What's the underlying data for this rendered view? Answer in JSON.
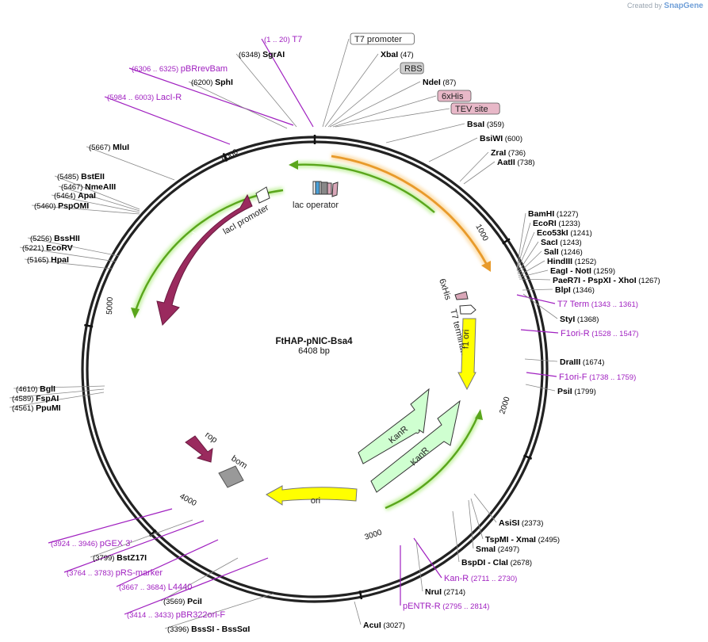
{
  "credit": {
    "prefix": "Created by",
    "brand": "SnapGene"
  },
  "plasmid": {
    "name": "FtHAP-pNIC-Bsa4",
    "size": "6408 bp"
  },
  "colors": {
    "site": "#000000",
    "primer": "#a020c0",
    "green": "#6ab820",
    "orange": "#f0a030",
    "yellow": "#ffff00",
    "maroon": "#9a2a5e",
    "kan": "#cfffd0",
    "grey": "#999999"
  },
  "ticks": [
    {
      "label": "1000"
    },
    {
      "label": "2000"
    },
    {
      "label": "3000"
    },
    {
      "label": "4000"
    },
    {
      "label": "5000"
    },
    {
      "label": "6000"
    }
  ],
  "features": [
    {
      "label": "lacI"
    },
    {
      "label": "lacI promoter"
    },
    {
      "label": "lac operator"
    },
    {
      "label": "6xHis"
    },
    {
      "label": "T7 terminator"
    },
    {
      "label": "f1 ori"
    },
    {
      "label": "KanR"
    },
    {
      "label": "KanR"
    },
    {
      "label": "ori"
    },
    {
      "label": "rop"
    },
    {
      "label": "bom"
    }
  ],
  "labels": [
    {
      "type": "primer",
      "name": "T7",
      "pos": "(1 .. 20)"
    },
    {
      "type": "box",
      "name": "T7 promoter",
      "pos": ""
    },
    {
      "type": "site",
      "name": "SgrAI",
      "pos": "(6348)"
    },
    {
      "type": "site",
      "name": "XbaI",
      "pos": "(47)"
    },
    {
      "type": "primer",
      "name": "pBRrevBam",
      "pos": "(6306 .. 6325)"
    },
    {
      "type": "box",
      "name": "RBS",
      "pos": ""
    },
    {
      "type": "site",
      "name": "SphI",
      "pos": "(6200)"
    },
    {
      "type": "site",
      "name": "NdeI",
      "pos": "(87)"
    },
    {
      "type": "primer",
      "name": "LacI-R",
      "pos": "(5984 .. 6003)"
    },
    {
      "type": "box",
      "name": "6xHis",
      "pos": ""
    },
    {
      "type": "box",
      "name": "TEV site",
      "pos": ""
    },
    {
      "type": "site",
      "name": "BsaI",
      "pos": "(359)"
    },
    {
      "type": "site",
      "name": "MluI",
      "pos": "(5667)"
    },
    {
      "type": "site",
      "name": "BsiWI",
      "pos": "(600)"
    },
    {
      "type": "site",
      "name": "ZraI",
      "pos": "(736)"
    },
    {
      "type": "site",
      "name": "AatII",
      "pos": "(738)"
    },
    {
      "type": "site",
      "name": "BstEII",
      "pos": "(5485)"
    },
    {
      "type": "site",
      "name": "NmeAIII",
      "pos": "(5467)"
    },
    {
      "type": "site",
      "name": "ApaI",
      "pos": "(5464)"
    },
    {
      "type": "site",
      "name": "PspOMI",
      "pos": "(5460)"
    },
    {
      "type": "site",
      "name": "BamHI",
      "pos": "(1227)"
    },
    {
      "type": "site",
      "name": "EcoRI",
      "pos": "(1233)"
    },
    {
      "type": "site",
      "name": "Eco53kI",
      "pos": "(1241)"
    },
    {
      "type": "site",
      "name": "SacI",
      "pos": "(1243)"
    },
    {
      "type": "site",
      "name": "SalI",
      "pos": "(1246)"
    },
    {
      "type": "site",
      "name": "HindIII",
      "pos": "(1252)"
    },
    {
      "type": "site",
      "name": "EagI - NotI",
      "pos": "(1259)"
    },
    {
      "type": "site",
      "name": "PaeR7I - PspXI - XhoI",
      "pos": "(1267)"
    },
    {
      "type": "site",
      "name": "BlpI",
      "pos": "(1346)"
    },
    {
      "type": "primer",
      "name": "T7 Term",
      "pos": "(1343 .. 1361)"
    },
    {
      "type": "site",
      "name": "StyI",
      "pos": "(1368)"
    },
    {
      "type": "primer",
      "name": "F1ori-R",
      "pos": "(1528 .. 1547)"
    },
    {
      "type": "site",
      "name": "BssHII",
      "pos": "(5256)"
    },
    {
      "type": "site",
      "name": "EcoRV",
      "pos": "(5221)"
    },
    {
      "type": "site",
      "name": "HpaI",
      "pos": "(5165)"
    },
    {
      "type": "site",
      "name": "DraIII",
      "pos": "(1674)"
    },
    {
      "type": "primer",
      "name": "F1ori-F",
      "pos": "(1738 .. 1759)"
    },
    {
      "type": "site",
      "name": "PsiI",
      "pos": "(1799)"
    },
    {
      "type": "site",
      "name": "BglI",
      "pos": "(4610)"
    },
    {
      "type": "site",
      "name": "FspAI",
      "pos": "(4589)"
    },
    {
      "type": "site",
      "name": "PpuMI",
      "pos": "(4561)"
    },
    {
      "type": "site",
      "name": "AsiSI",
      "pos": "(2373)"
    },
    {
      "type": "site",
      "name": "TspMI - XmaI",
      "pos": "(2495)"
    },
    {
      "type": "site",
      "name": "SmaI",
      "pos": "(2497)"
    },
    {
      "type": "site",
      "name": "BspDI - ClaI",
      "pos": "(2678)"
    },
    {
      "type": "primer",
      "name": "Kan-R",
      "pos": "(2711 .. 2730)"
    },
    {
      "type": "site",
      "name": "NruI",
      "pos": "(2714)"
    },
    {
      "type": "primer",
      "name": "pENTR-R",
      "pos": "(2795 .. 2814)"
    },
    {
      "type": "site",
      "name": "AcuI",
      "pos": "(3027)"
    },
    {
      "type": "primer",
      "name": "pGEX 3'",
      "pos": "(3924 .. 3946)"
    },
    {
      "type": "site",
      "name": "BstZ17I",
      "pos": "(3799)"
    },
    {
      "type": "primer",
      "name": "pRS-marker",
      "pos": "(3764 .. 3783)"
    },
    {
      "type": "primer",
      "name": "L4440",
      "pos": "(3667 .. 3684)"
    },
    {
      "type": "site",
      "name": "PciI",
      "pos": "(3569)"
    },
    {
      "type": "primer",
      "name": "pBR322ori-F",
      "pos": "(3414 .. 3433)"
    },
    {
      "type": "site",
      "name": "BssSI - BssSαI",
      "pos": "(3396)"
    }
  ]
}
